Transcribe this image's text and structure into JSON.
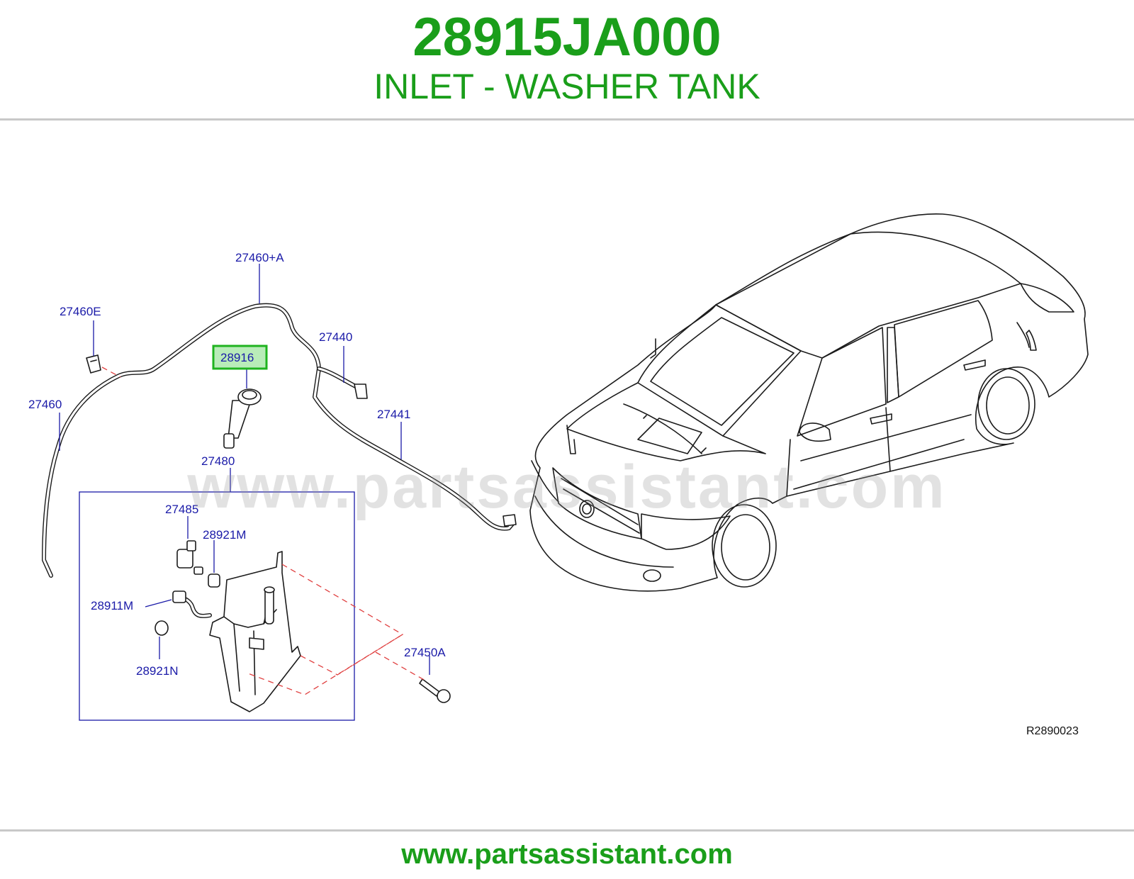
{
  "header": {
    "part_number": "28915JA000",
    "part_name": "INLET - WASHER TANK"
  },
  "diagram": {
    "watermark": "www.partsassistant.com",
    "highlighted_callout": "28916",
    "callouts": {
      "c27460A": "27460+A",
      "c27460E": "27460E",
      "c27460": "27460",
      "c27440": "27440",
      "c28916": "28916",
      "c27441": "27441",
      "c27480": "27480",
      "c27485": "27485",
      "c28921M": "28921M",
      "c28911M": "28911M",
      "c28921N": "28921N",
      "c27450A": "27450A"
    },
    "reference_code": "R2890023",
    "colors": {
      "title_green": "#1a9e1a",
      "callout_blue": "#1a1aa8",
      "dash_red": "#e04040",
      "highlight_green": "#1fb31f"
    }
  },
  "footer": {
    "url": "www.partsassistant.com"
  }
}
